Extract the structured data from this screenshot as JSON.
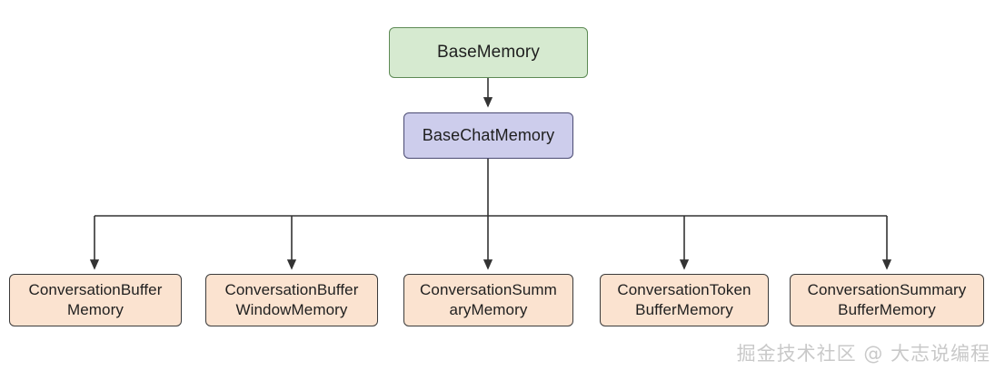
{
  "diagram": {
    "title": "LangChain Memory class hierarchy",
    "type": "class-hierarchy-flowchart",
    "background_color": "#ffffff",
    "edge_color": "#333333",
    "nodes": {
      "root": {
        "label": "BaseMemory",
        "fill": "#d6ead0",
        "stroke": "#5d8a55"
      },
      "mid": {
        "label": "BaseChatMemory",
        "fill": "#cdcdec",
        "stroke": "#4a4a72"
      },
      "leaves": [
        {
          "label": "ConversationBuffer\nMemory",
          "fill": "#fbe3d0",
          "stroke": "#3b3b3b"
        },
        {
          "label": "ConversationBuffer\nWindowMemory",
          "fill": "#fbe3d0",
          "stroke": "#3b3b3b"
        },
        {
          "label": "ConversationSumm\naryMemory",
          "fill": "#fbe3d0",
          "stroke": "#3b3b3b"
        },
        {
          "label": "ConversationToken\nBufferMemory",
          "fill": "#fbe3d0",
          "stroke": "#3b3b3b"
        },
        {
          "label": "ConversationSummary\nBufferMemory",
          "fill": "#fbe3d0",
          "stroke": "#3b3b3b"
        }
      ]
    }
  },
  "watermark": {
    "text": "掘金技术社区 @ 大志说编程"
  }
}
